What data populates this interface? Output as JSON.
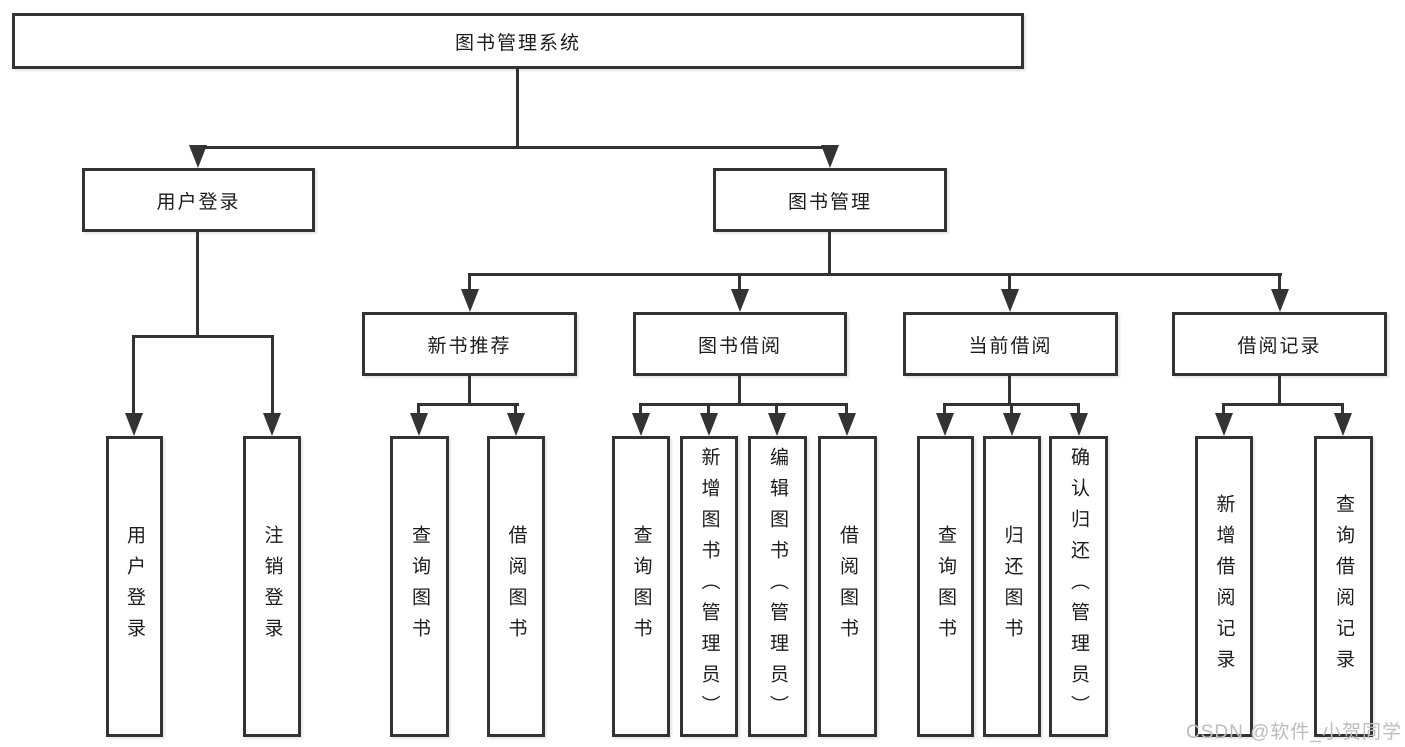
{
  "colors": {
    "line": "#333333",
    "text": "#1c1c1c",
    "watermark": "#bdbdbd",
    "background": "#ffffff"
  },
  "diagram": {
    "title": "图书管理系统",
    "level2": {
      "user_login": "用户登录",
      "book_mgmt": "图书管理"
    },
    "level3": {
      "new_book": "新书推荐",
      "borrow": "图书借阅",
      "current": "当前借阅",
      "records": "借阅记录"
    },
    "leaves": {
      "login": "用户登录",
      "logout": "注销登录",
      "nb_query": "查询图书",
      "nb_borrow": "借阅图书",
      "bb_query": "查询图书",
      "bb_add": "新增图书（管理员）",
      "bb_edit": "编辑图书（管理员）",
      "bb_borrow": "借阅图书",
      "cb_query": "查询图书",
      "cb_return": "归还图书",
      "cb_confirm": "确认归还（管理员）",
      "rec_add": "新增借阅记录",
      "rec_query": "查询借阅记录"
    }
  },
  "watermark": "CSDN @软件_小贺同学"
}
